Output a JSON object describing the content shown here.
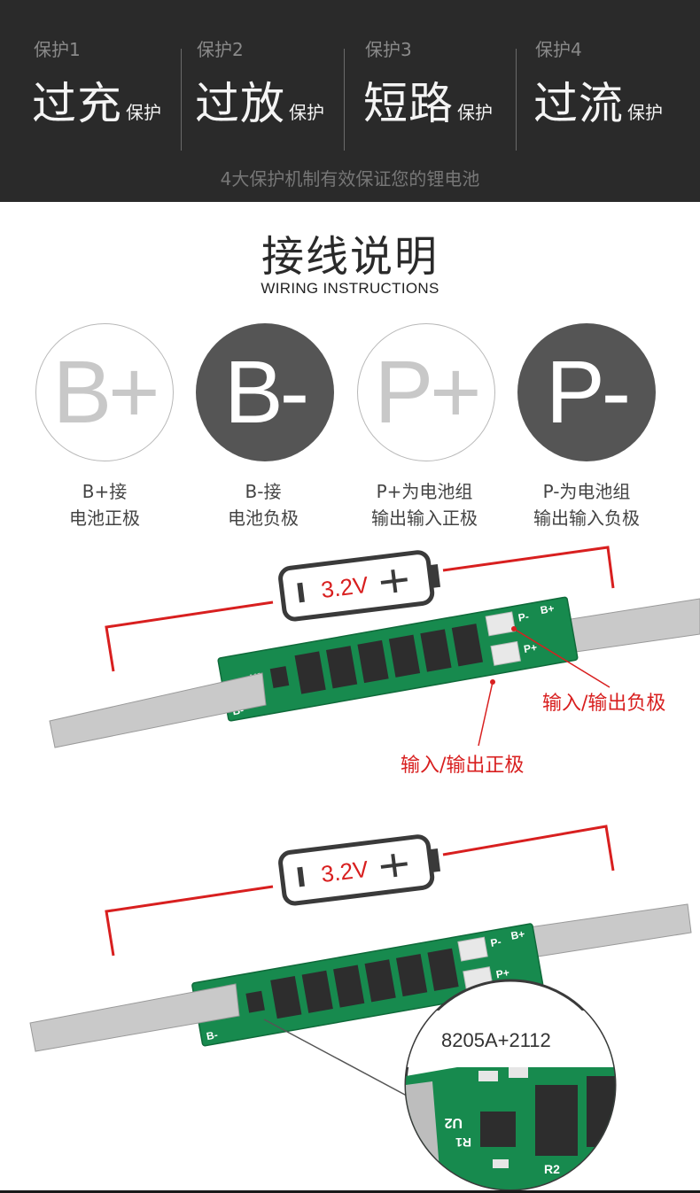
{
  "protections": [
    {
      "num": "保护1",
      "big": "过充",
      "small": "保护"
    },
    {
      "num": "保护2",
      "big": "过放",
      "small": "保护"
    },
    {
      "num": "保护3",
      "big": "短路",
      "small": "保护"
    },
    {
      "num": "保护4",
      "big": "过流",
      "small": "保护"
    }
  ],
  "tagline": "4大保护机制有效保证您的锂电池",
  "title": {
    "cn": "接线说明",
    "en": "WIRING INSTRUCTIONS"
  },
  "terminals": [
    {
      "symbol": "B+",
      "line1": "B+接",
      "line2": "电池正极"
    },
    {
      "symbol": "B-",
      "line1": "B-接",
      "line2": "电池负极"
    },
    {
      "symbol": "P+",
      "line1": "P+为电池组",
      "line2": "输出输入正极"
    },
    {
      "symbol": "P-",
      "line1": "P-为电池组",
      "line2": "输出输入负极"
    }
  ],
  "diagram1": {
    "voltage": "3.2V",
    "label_negative": "输入/输出负极",
    "label_positive": "输入/输出正极",
    "pad_b_plus": "B+",
    "pad_b_minus": "B-",
    "pad_p_minus": "P-",
    "pad_p_plus": "P+",
    "chip_u2": "U2"
  },
  "diagram2": {
    "voltage": "3.2V",
    "chip_tag": "8205A+2112",
    "pad_b_plus": "B+",
    "pad_b_minus": "B-",
    "pad_p_minus": "P-",
    "pad_p_plus": "P+",
    "chip_u2": "U2",
    "zoom_u2": "U2",
    "zoom_r1": "R1",
    "zoom_r2": "R2"
  },
  "colors": {
    "dark_band": "#2a2a2a",
    "accent_red": "#d81f1f",
    "pcb_green": "#178a4e",
    "strip_metal": "#c9c9c9"
  }
}
